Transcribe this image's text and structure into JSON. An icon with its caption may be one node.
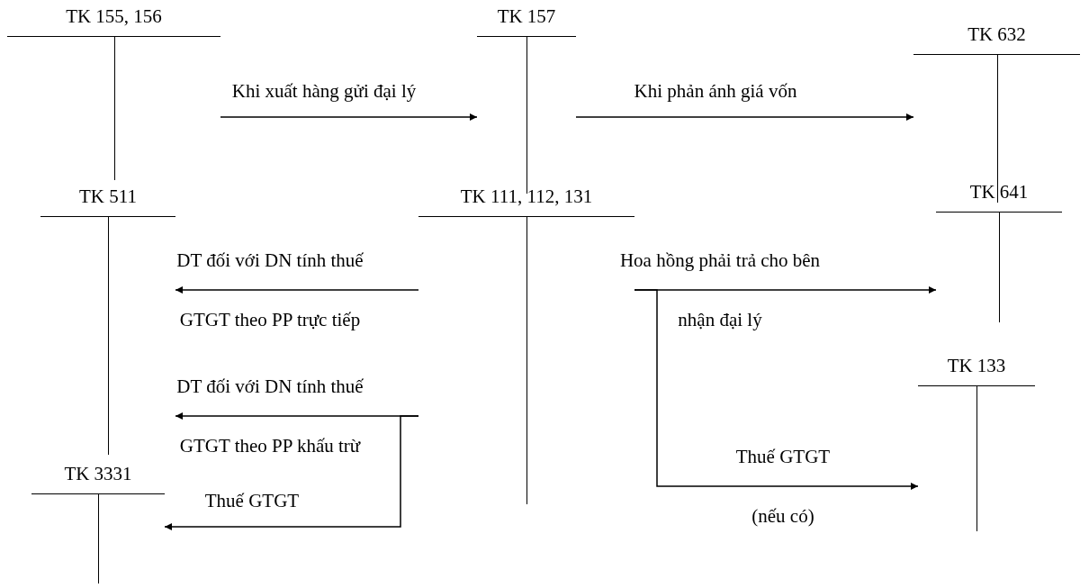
{
  "diagram": {
    "nodes": [
      {
        "text": [
          "TK 155, 156"
        ]
      },
      {
        "text": [
          "TK 157"
        ]
      },
      {
        "text": [
          "TK 632"
        ]
      },
      {
        "text": [
          "TK 511"
        ]
      },
      {
        "text": [
          "TK 111, 112, 131"
        ]
      },
      {
        "text": [
          "TK 641"
        ]
      },
      {
        "text": [
          "TK 133"
        ]
      },
      {
        "text": [
          "TK 3331"
        ]
      }
    ],
    "edges": [
      {
        "from": 0,
        "to": 1,
        "arrow": "to",
        "label": "Khi xuất hàng gửi đại lý"
      },
      {
        "from": 1,
        "to": 2,
        "arrow": "to",
        "label": "Khi phản ánh giá vốn"
      },
      {
        "from": 4,
        "to": 3,
        "arrow": "to",
        "label": "DT đối với DN tính thuế GTGT theo PP trực tiếp"
      },
      {
        "from": 4,
        "to": 5,
        "arrow": "to",
        "label": "Hoa hồng phải trả cho bên nhận đại lý"
      },
      {
        "from": 4,
        "to": 3,
        "arrow": "to",
        "label": "DT đối với DN tính thuế GTGT theo PP khấu trừ"
      },
      {
        "from": 4,
        "to": 7,
        "arrow": "to",
        "label": "Thuế GTGT"
      },
      {
        "from": 4,
        "to": 6,
        "arrow": "to",
        "label": "Thuế GTGT (nếu có)"
      }
    ]
  }
}
